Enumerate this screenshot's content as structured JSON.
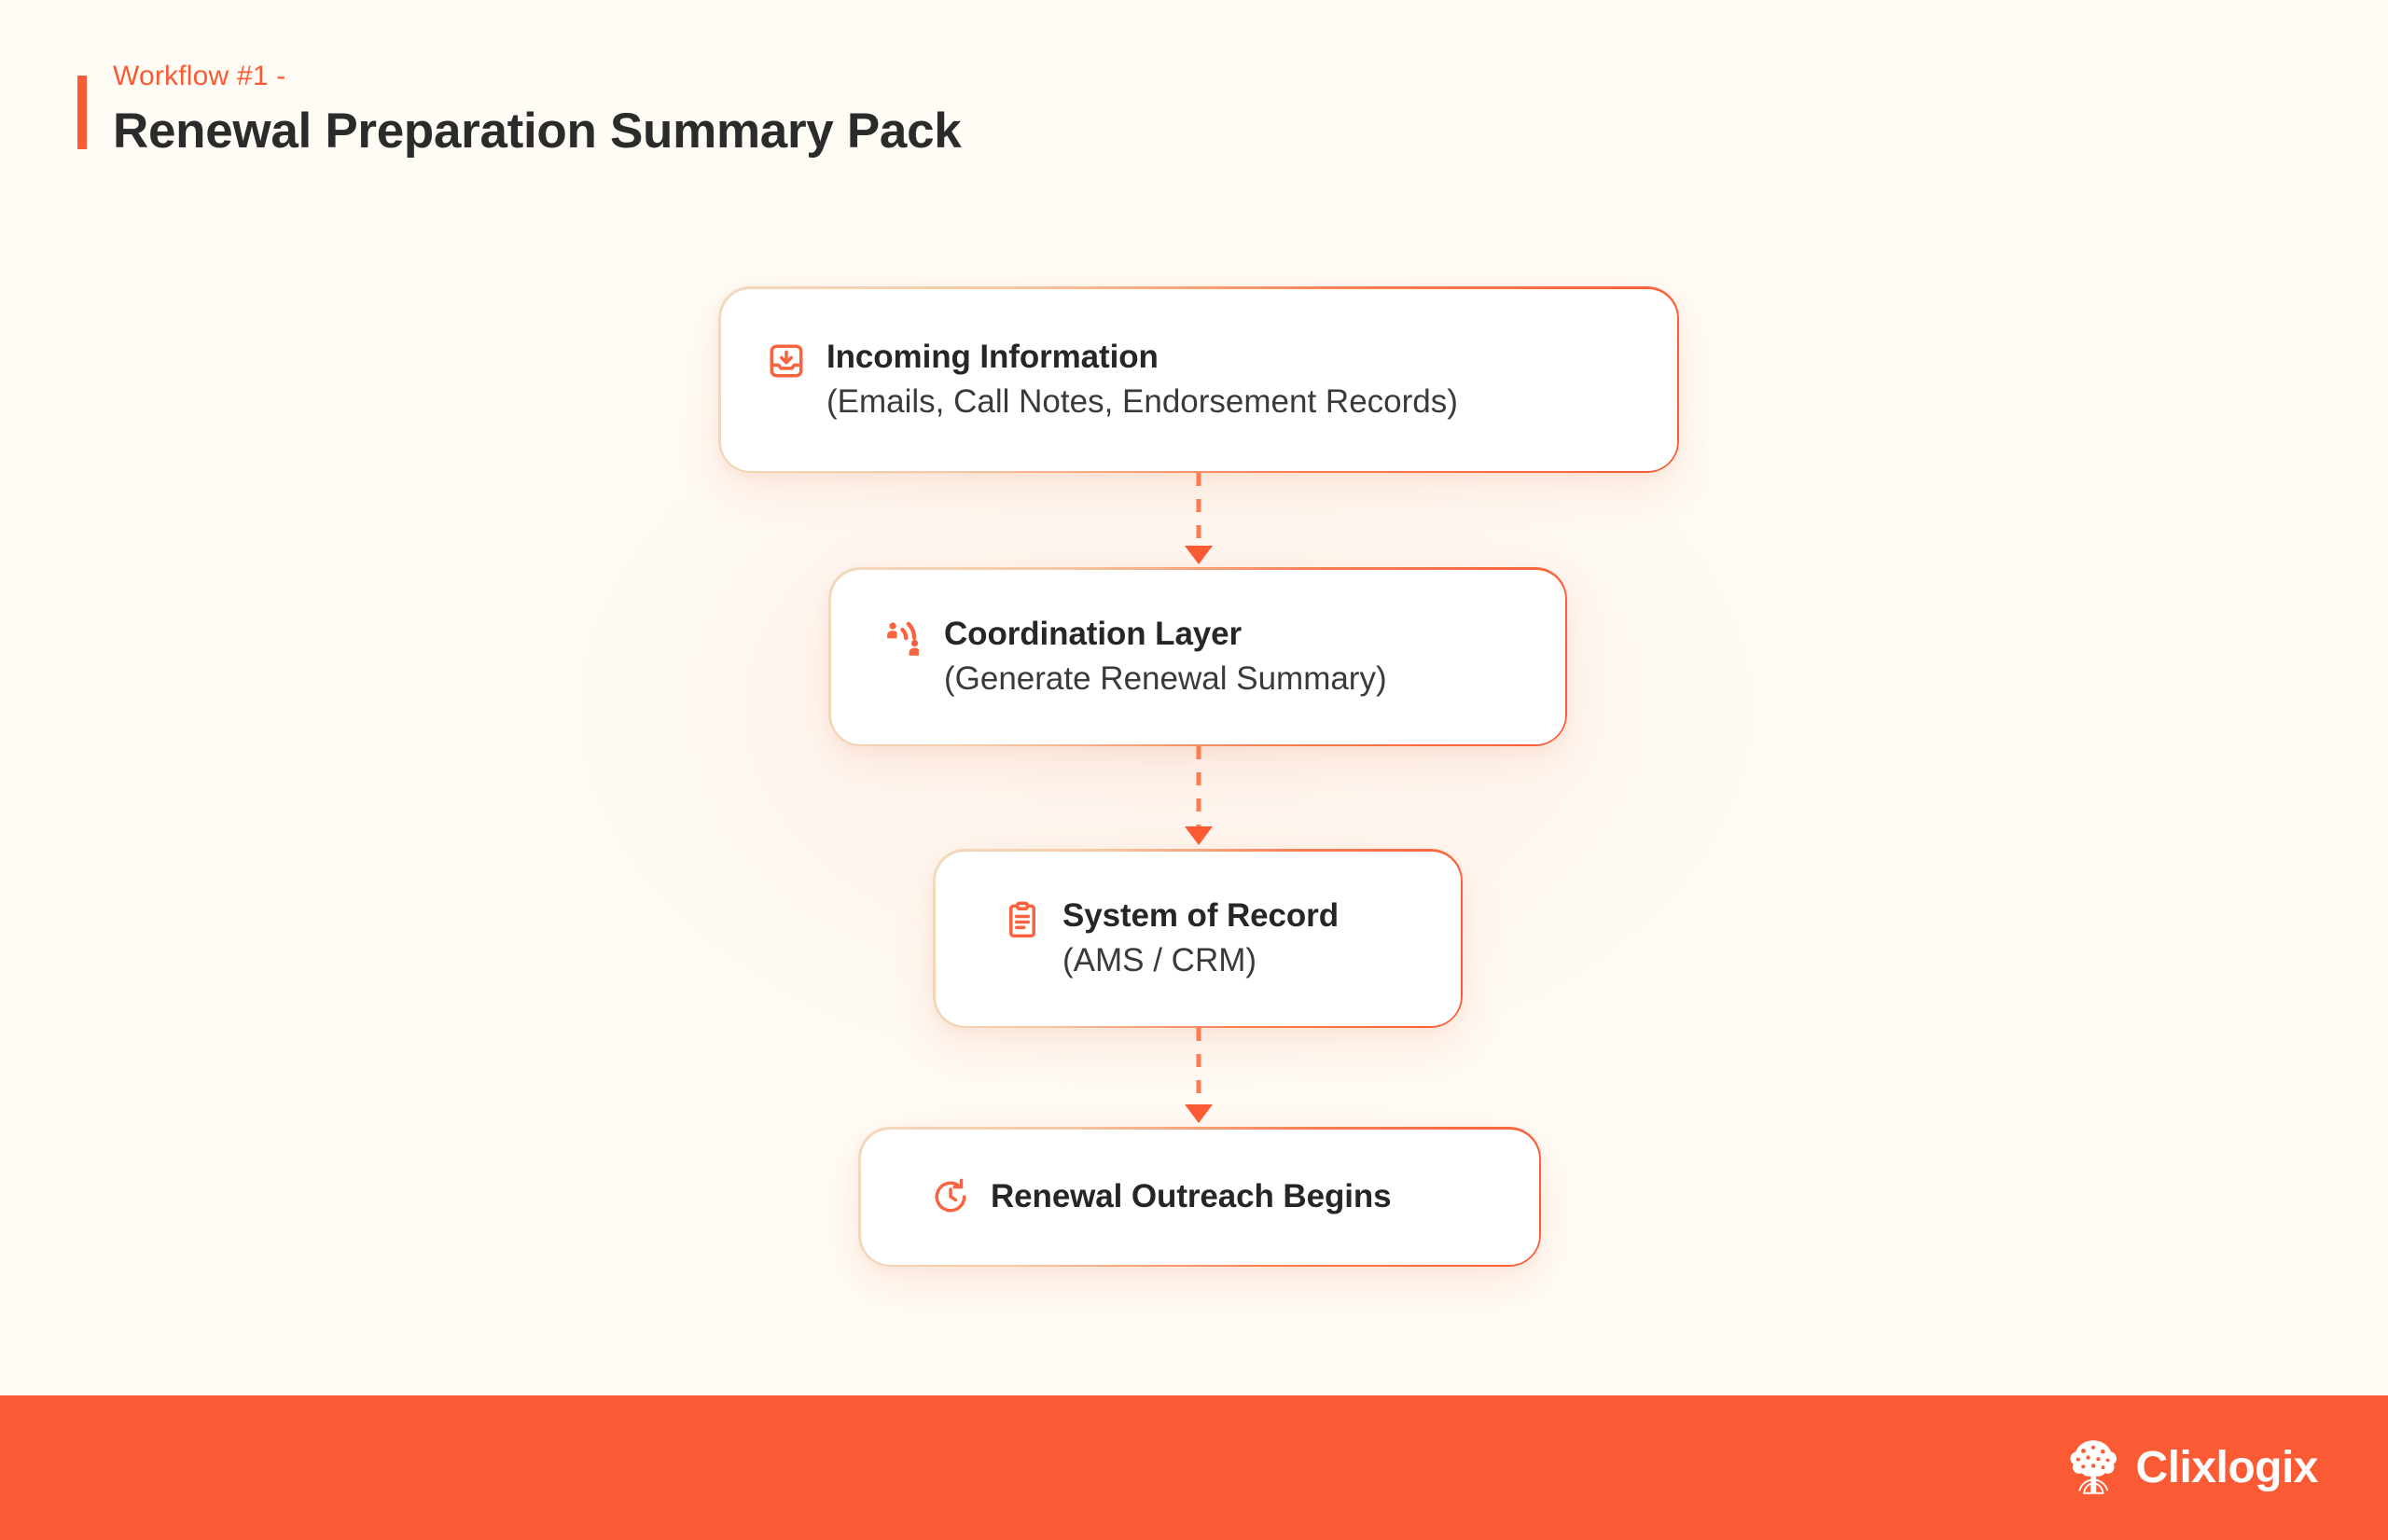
{
  "header": {
    "kicker": "Workflow #1 -",
    "title": "Renewal Preparation Summary Pack",
    "accent_color": "#FB5B34"
  },
  "colors": {
    "background": "#FFFBF5",
    "accent": "#FB5B34",
    "accent_light": "#FB7E52",
    "border_light": "#F2D9BE",
    "title_text": "#262626",
    "body_text": "#3A3A3A",
    "footer_bg": "#FB5B34",
    "footer_text": "#FFFFFF"
  },
  "flow": {
    "nodes": [
      {
        "id": "incoming-information",
        "icon": "inbox-download-icon",
        "title": "Incoming Information",
        "subtitle": "(Emails, Call Notes, Endorsement Records)"
      },
      {
        "id": "coordination-layer",
        "icon": "broadcast-people-icon",
        "title": "Coordination Layer",
        "subtitle": "(Generate Renewal Summary)"
      },
      {
        "id": "system-of-record",
        "icon": "clipboard-icon",
        "title": "System of Record",
        "subtitle": "(AMS / CRM)"
      },
      {
        "id": "renewal-outreach-begins",
        "icon": "clock-refresh-icon",
        "title": "Renewal Outreach Begins",
        "subtitle": ""
      }
    ],
    "connectors": [
      {
        "from": "incoming-information",
        "to": "coordination-layer",
        "style": "dashed-arrow-down"
      },
      {
        "from": "coordination-layer",
        "to": "system-of-record",
        "style": "dashed-arrow-down"
      },
      {
        "from": "system-of-record",
        "to": "renewal-outreach-begins",
        "style": "dashed-arrow-down"
      }
    ]
  },
  "footer": {
    "brand_name": "Clixlogix",
    "brand_mark": "tree-logo-icon"
  }
}
